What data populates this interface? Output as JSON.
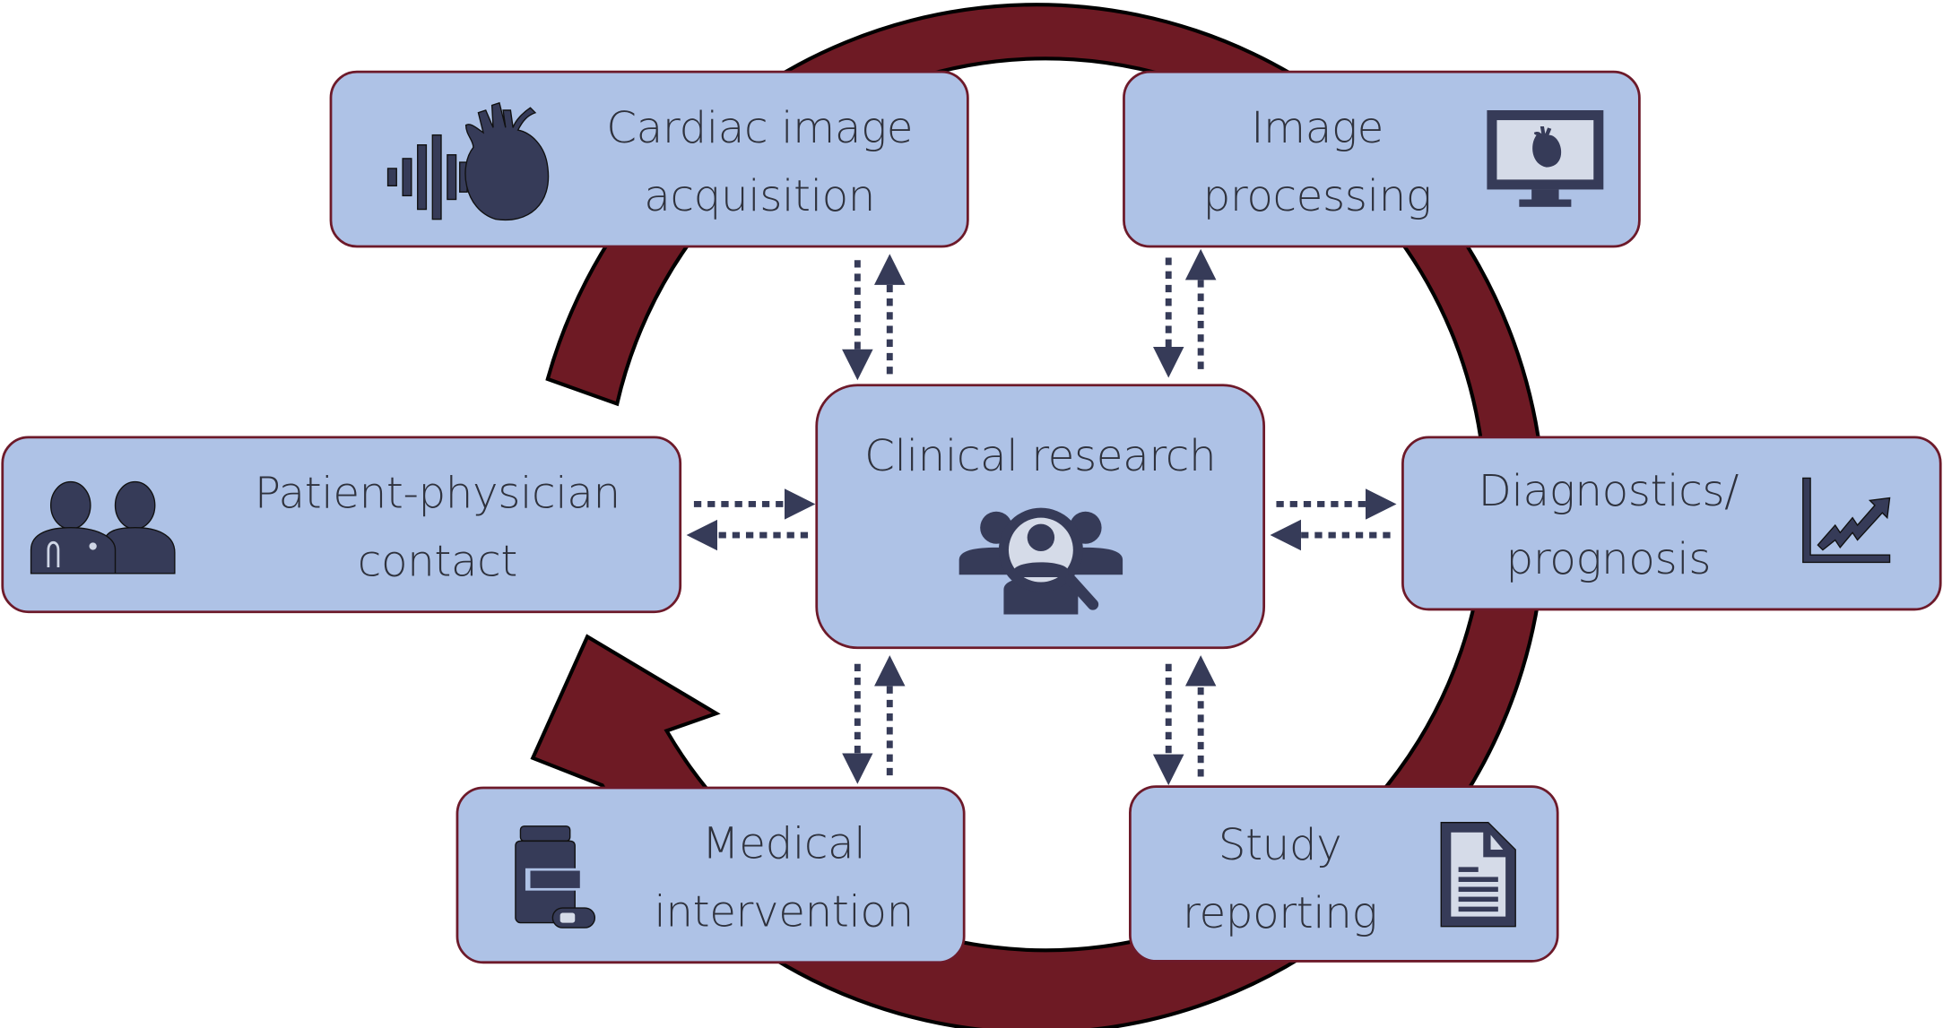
{
  "diagram": {
    "type": "cycle",
    "colors": {
      "box_fill": "#aec2e6",
      "box_border": "#6d1a2a",
      "cycle_arrow": "#6e1a24",
      "icon": "#363b58",
      "text": "#2f323d"
    },
    "center": {
      "label": "Clinical research",
      "icon": "people-magnifier-icon"
    },
    "nodes": [
      {
        "id": "cardiac",
        "lines": [
          "Cardiac image",
          "acquisition"
        ],
        "icon": "heart-ultrasound-icon"
      },
      {
        "id": "processing",
        "lines": [
          "Image",
          "processing"
        ],
        "icon": "monitor-heart-icon"
      },
      {
        "id": "diagnostics",
        "lines": [
          "Diagnostics/",
          "prognosis"
        ],
        "icon": "trend-chart-icon"
      },
      {
        "id": "reporting",
        "lines": [
          "Study",
          "reporting"
        ],
        "icon": "document-icon"
      },
      {
        "id": "intervention",
        "lines": [
          "Medical",
          "intervention"
        ],
        "icon": "medicine-bottle-icon"
      },
      {
        "id": "contact",
        "lines": [
          "Patient-physician",
          "contact"
        ],
        "icon": "doctor-patient-icon"
      }
    ],
    "cycle_direction": "clockwise",
    "connections": "bidirectional dotted arrows between each node and Clinical research"
  }
}
